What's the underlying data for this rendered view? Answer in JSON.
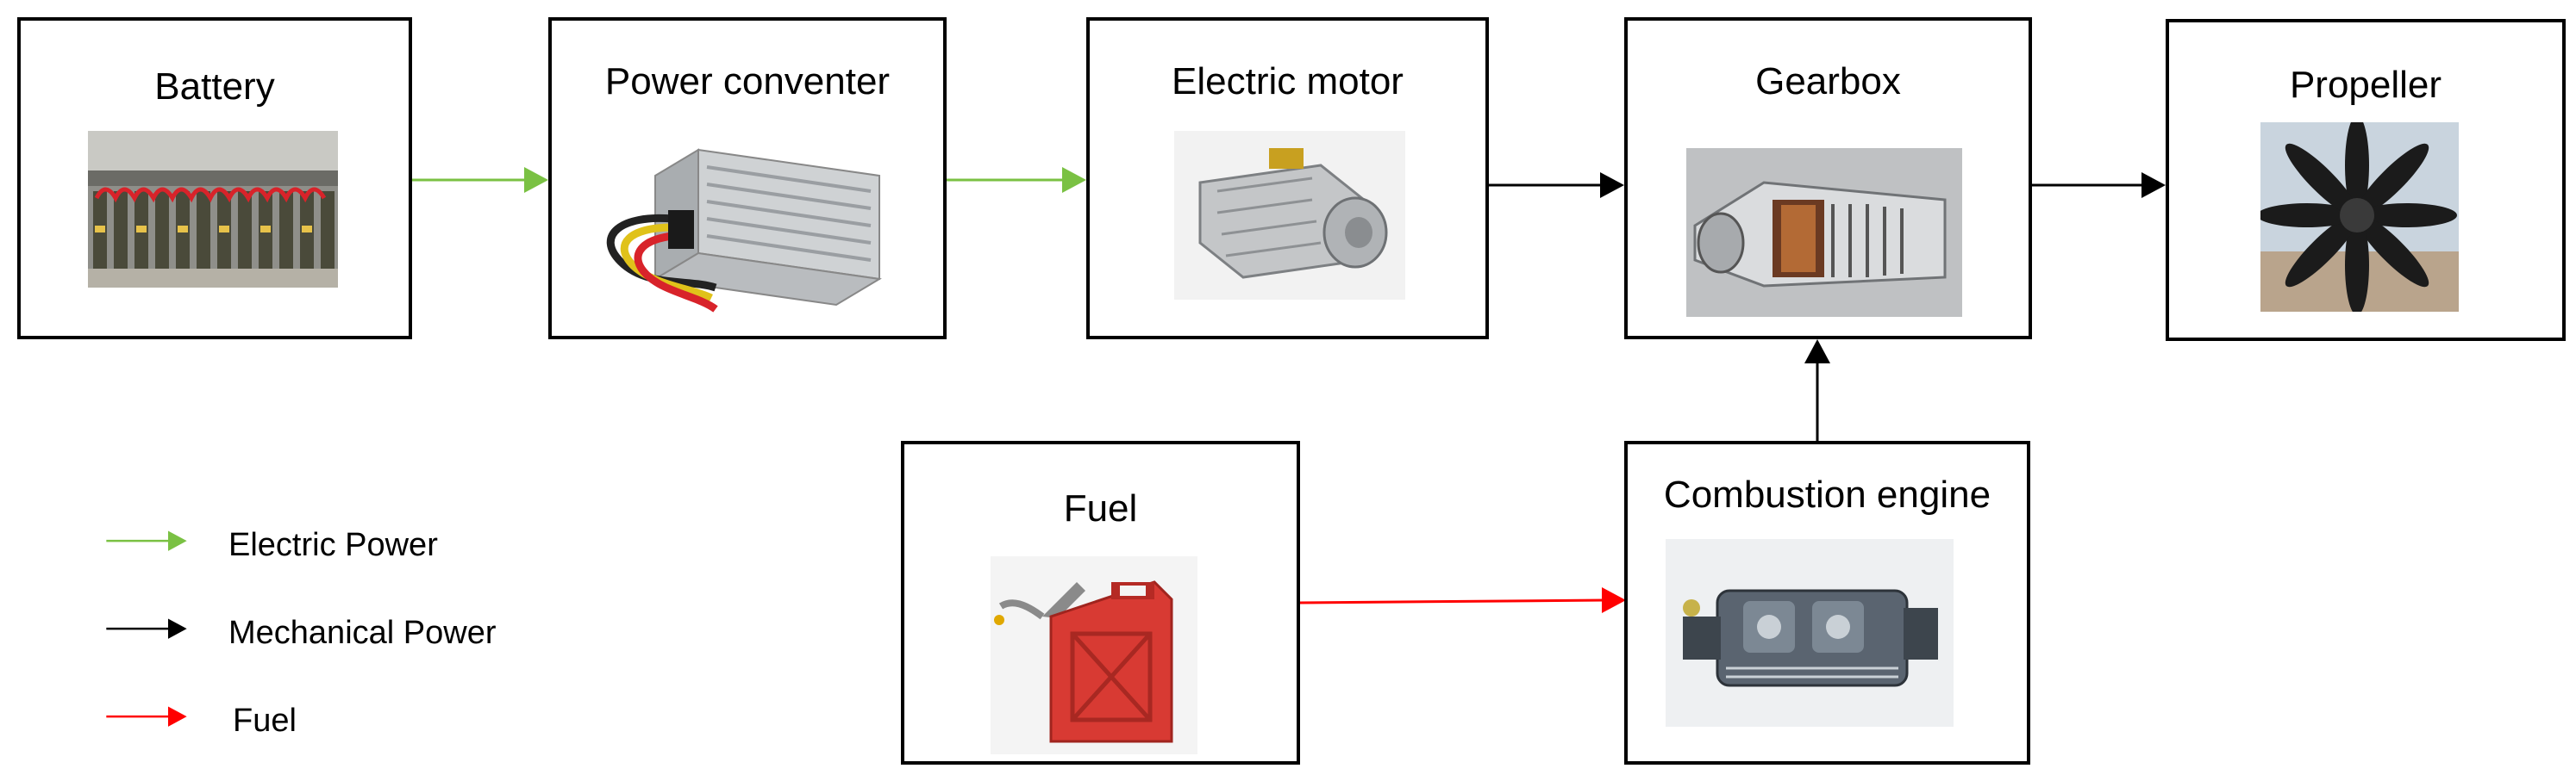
{
  "nodes": {
    "battery": {
      "label": "Battery",
      "icon": "battery-pack-photo"
    },
    "power_converter": {
      "label": "Power conventer",
      "icon": "dc-converter-photo"
    },
    "electric_motor": {
      "label": "Electric motor",
      "icon": "electric-motor-photo"
    },
    "gearbox": {
      "label": "Gearbox",
      "icon": "gearbox-photo"
    },
    "propeller": {
      "label": "Propeller",
      "icon": "propeller-photo"
    },
    "fuel": {
      "label": "Fuel",
      "icon": "fuel-can-photo"
    },
    "combustion_engine": {
      "label": "Combustion engine",
      "icon": "combustion-engine-photo"
    }
  },
  "edges": [
    {
      "from": "battery",
      "to": "power_converter",
      "type": "electric"
    },
    {
      "from": "power_converter",
      "to": "electric_motor",
      "type": "electric"
    },
    {
      "from": "electric_motor",
      "to": "gearbox",
      "type": "mechanical"
    },
    {
      "from": "gearbox",
      "to": "propeller",
      "type": "mechanical"
    },
    {
      "from": "combustion_engine",
      "to": "gearbox",
      "type": "mechanical"
    },
    {
      "from": "fuel",
      "to": "combustion_engine",
      "type": "fuel"
    }
  ],
  "legend": [
    {
      "type": "electric",
      "label": "Electric Power"
    },
    {
      "type": "mechanical",
      "label": "Mechanical Power"
    },
    {
      "type": "fuel",
      "label": "Fuel"
    }
  ],
  "colors": {
    "electric": "#7ac143",
    "mechanical": "#000000",
    "fuel": "#ff0000",
    "border": "#000000"
  }
}
